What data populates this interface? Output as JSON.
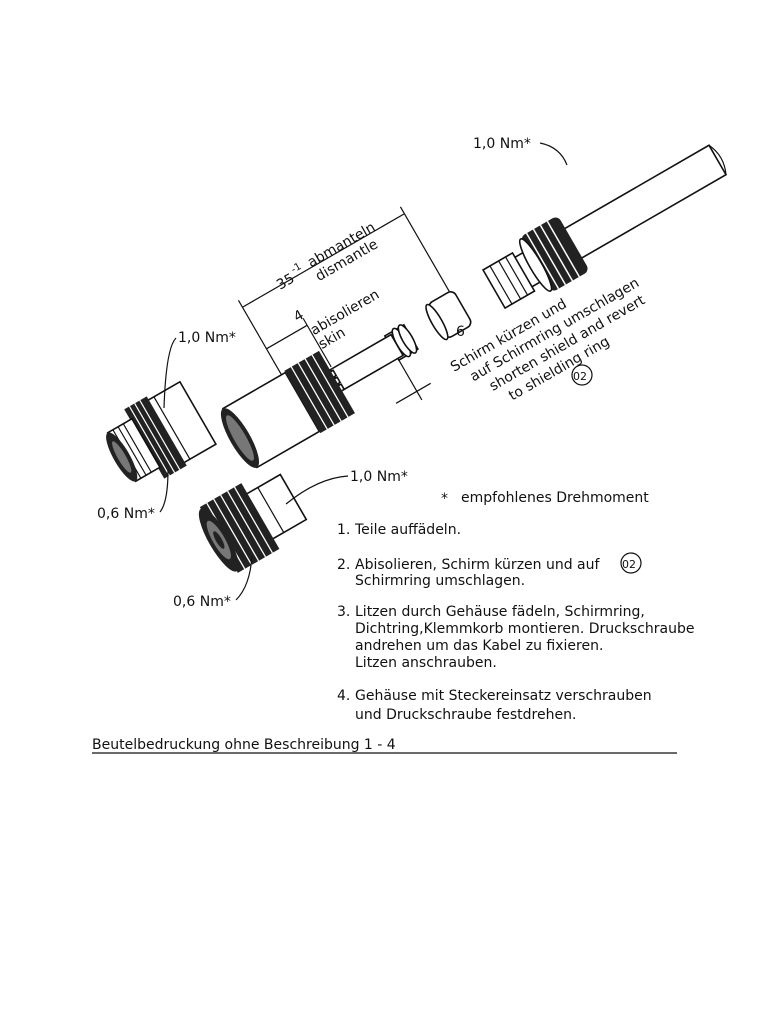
{
  "torque": {
    "nut_top": "1,0 Nm*",
    "left_connector_top": "1,0 Nm*",
    "left_connector_bottom": "0,6 Nm*",
    "right_connector_top": "1,0 Nm*",
    "right_connector_bottom": "0,6 Nm*"
  },
  "dimensions": {
    "strip_length": "35",
    "strip_tolerance": "-1",
    "strip_de": "abmanteln",
    "strip_en": "dismantle",
    "skin_length": "4",
    "skin_de": "abisolieren",
    "skin_en": "skin",
    "shield_length": "6"
  },
  "shield_note": {
    "line1": "Schirm kürzen und",
    "line2": "auf Schirmring umschlagen",
    "line3": "shorten shield and revert",
    "line4": "to shielding ring",
    "part_ref": "02"
  },
  "legend": {
    "symbol": "*",
    "text": "empfohlenes Drehmoment"
  },
  "steps": [
    {
      "num": "1.",
      "lines": [
        "Teile auffädeln."
      ]
    },
    {
      "num": "2.",
      "lines": [
        "Abisolieren, Schirm kürzen und auf",
        "Schirmring umschlagen."
      ],
      "ref": "02"
    },
    {
      "num": "3.",
      "lines": [
        "Litzen durch Gehäuse fädeln, Schirmring,",
        "Dichtring,Klemmkorb montieren. Druckschraube",
        "andrehen um das Kabel zu fixieren.",
        "Litzen anschrauben."
      ]
    },
    {
      "num": "4.",
      "lines": [
        "Gehäuse mit Steckereinsatz verschrauben",
        "und Druckschraube festdrehen."
      ]
    }
  ],
  "footer": {
    "text": "Beutelbedruckung ohne Beschreibung 1 - 4"
  }
}
